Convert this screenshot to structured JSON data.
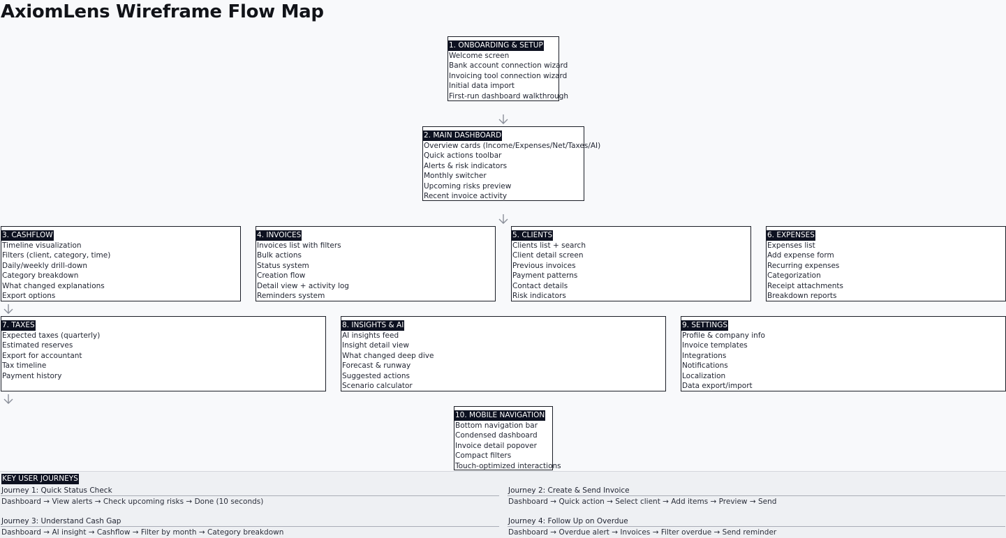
{
  "title": "AxiomLens Wireframe Flow Map",
  "nodes": [
    {
      "title": "1. ONBOARDING & SETUP",
      "items": [
        "Welcome screen",
        "Bank account connection wizard",
        "Invoicing tool connection wizard",
        "Initial data import",
        "First-run dashboard walkthrough"
      ]
    },
    {
      "title": "2. MAIN DASHBOARD",
      "items": [
        "Overview cards (Income/Expenses/Net/Taxes/AI)",
        "Quick actions toolbar",
        "Alerts & risk indicators",
        "Monthly switcher",
        "Upcoming risks preview",
        "Recent invoice activity"
      ]
    },
    {
      "title": "3. CASHFLOW",
      "items": [
        "Timeline visualization",
        "Filters (client, category, time)",
        "Daily/weekly drill-down",
        "Category breakdown",
        "What changed explanations",
        "Export options"
      ]
    },
    {
      "title": "4. INVOICES",
      "items": [
        "Invoices list with filters",
        "Bulk actions",
        "Status system",
        "Creation flow",
        "Detail view + activity log",
        "Reminders system"
      ]
    },
    {
      "title": "5. CLIENTS",
      "items": [
        "Clients list + search",
        "Client detail screen",
        "Previous invoices",
        "Payment patterns",
        "Contact details",
        "Risk indicators"
      ]
    },
    {
      "title": "6. EXPENSES",
      "items": [
        "Expenses list",
        "Add expense form",
        "Recurring expenses",
        "Categorization",
        "Receipt attachments",
        "Breakdown reports"
      ]
    },
    {
      "title": "7. TAXES",
      "items": [
        "Expected taxes (quarterly)",
        "Estimated reserves",
        "Export for accountant",
        "Tax timeline",
        "Payment history"
      ]
    },
    {
      "title": "8. INSIGHTS & AI",
      "items": [
        "AI insights feed",
        "Insight detail view",
        "What changed deep dive",
        "Forecast & runway",
        "Suggested actions",
        "Scenario calculator"
      ]
    },
    {
      "title": "9. SETTINGS",
      "items": [
        "Profile & company info",
        "Invoice templates",
        "Integrations",
        "Notifications",
        "Localization",
        "Data export/import"
      ]
    },
    {
      "title": "10. MOBILE NAVIGATION",
      "items": [
        "Bottom navigation bar",
        "Condensed dashboard",
        "Invoice detail popover",
        "Compact filters",
        "Touch-optimized interactions"
      ]
    }
  ],
  "journeys": {
    "title": "KEY USER JOURNEYS",
    "items": [
      {
        "name": "Journey 1: Quick Status Check",
        "steps": "Dashboard → View alerts → Check upcoming risks → Done (10 seconds)"
      },
      {
        "name": "Journey 2: Create & Send Invoice",
        "steps": "Dashboard → Quick action → Select client → Add items → Preview → Send"
      },
      {
        "name": "Journey 3: Understand Cash Gap",
        "steps": "Dashboard → AI insight → Cashflow → Filter by month → Category breakdown"
      },
      {
        "name": "Journey 4: Follow Up on Overdue",
        "steps": "Dashboard → Overdue alert → Invoices → Filter overdue → Send reminder"
      }
    ]
  },
  "colors": {
    "title_bg": "#0d1120",
    "border": "#1a1d26",
    "arrow": "#8a8f99",
    "journeys_bg": "#eef0f3"
  }
}
